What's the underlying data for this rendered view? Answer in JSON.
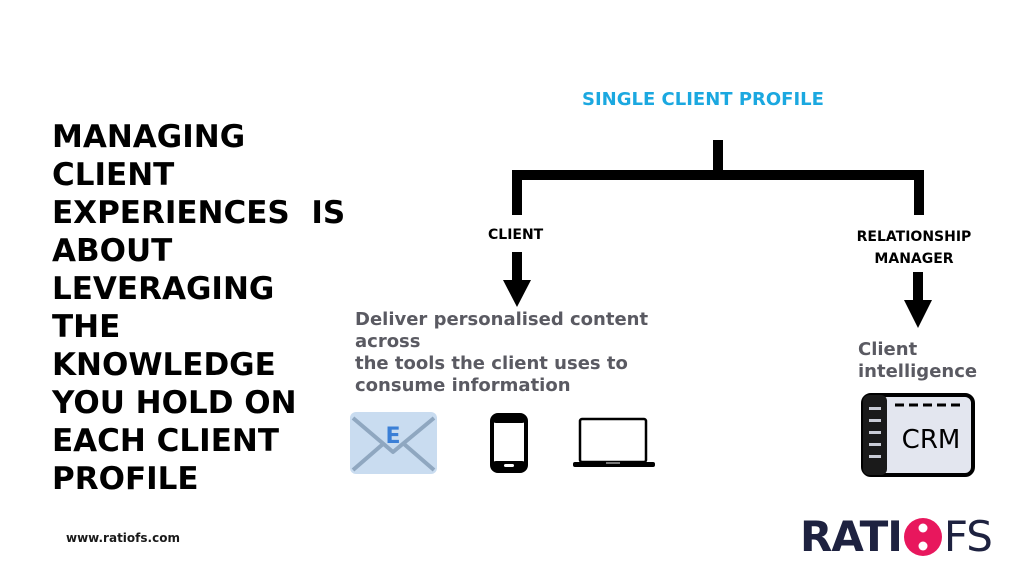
{
  "headline": {
    "lines": [
      "MANAGING",
      "CLIENT",
      "EXPERIENCES  IS",
      "ABOUT",
      "LEVERAGING",
      "THE",
      "KNOWLEDGE",
      "YOU HOLD ON",
      "EACH CLIENT",
      "PROFILE"
    ]
  },
  "diagram": {
    "root_label": "SINGLE CLIENT PROFILE",
    "client_branch": {
      "label": "CLIENT",
      "description_lines": [
        "Deliver personalised content",
        "across",
        "the tools the client uses to",
        "consume information"
      ],
      "icons": [
        "email-icon",
        "smartphone-icon",
        "laptop-icon"
      ],
      "email_letter": "E"
    },
    "rm_branch": {
      "label_lines": [
        "RELATIONSHIP",
        "MANAGER"
      ],
      "description_lines": [
        "Client",
        "intelligence"
      ],
      "icon": "crm-icon",
      "crm_text": "CRM"
    }
  },
  "footer": {
    "website": "www.ratiofs.com",
    "logo_left": "RATI",
    "logo_right": "FS"
  },
  "colors": {
    "accent_blue": "#1ba8e0",
    "text_gray": "#5a5a62",
    "logo_navy": "#1e2240",
    "logo_pink": "#e8175d",
    "email_lightblue": "#c9dcf0"
  }
}
